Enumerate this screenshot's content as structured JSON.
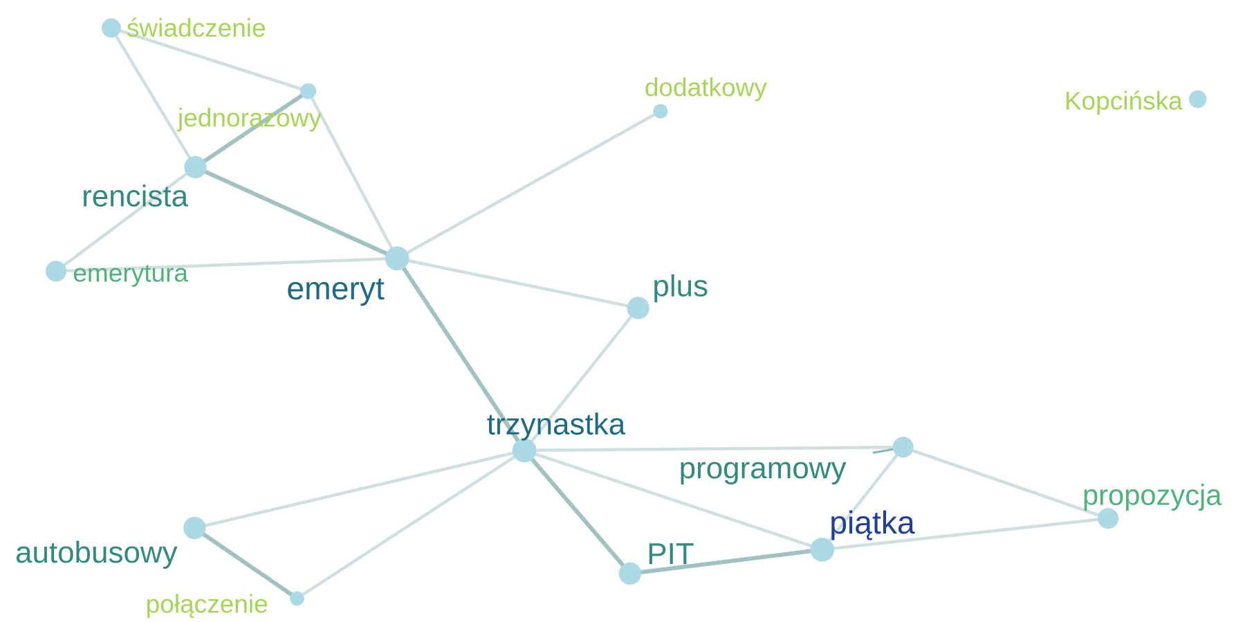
{
  "colors": {
    "node": "#ADD8E6",
    "edge_light": "#CFDFE0",
    "edge_strong": "#A2C1C1",
    "label_lime": "#A8D35A",
    "label_green": "#4FB27A",
    "label_teal": "#34897E",
    "label_darkteal": "#1F6A82",
    "label_navy": "#1F3F99"
  },
  "nodes": [
    {
      "id": "swiadczenie",
      "label": "świadczenie",
      "label_color": "label_lime"
    },
    {
      "id": "jednorazowy",
      "label": "jednorazowy",
      "label_color": "label_lime"
    },
    {
      "id": "dodatkowy",
      "label": "dodatkowy",
      "label_color": "label_lime"
    },
    {
      "id": "kopcinska",
      "label": "Kopcińska",
      "label_color": "label_lime"
    },
    {
      "id": "rencista",
      "label": "rencista",
      "label_color": "label_teal"
    },
    {
      "id": "emerytura",
      "label": "emerytura",
      "label_color": "label_green"
    },
    {
      "id": "emeryt",
      "label": "emeryt",
      "label_color": "label_darkteal"
    },
    {
      "id": "plus",
      "label": "plus",
      "label_color": "label_teal"
    },
    {
      "id": "trzynastka",
      "label": "trzynastka",
      "label_color": "label_darkteal"
    },
    {
      "id": "programowy",
      "label": "programowy",
      "label_color": "label_teal"
    },
    {
      "id": "propozycja",
      "label": "propozycja",
      "label_color": "label_green"
    },
    {
      "id": "piatka",
      "label": "piątka",
      "label_color": "label_navy"
    },
    {
      "id": "pit",
      "label": "PIT",
      "label_color": "label_teal"
    },
    {
      "id": "autobusowy",
      "label": "autobusowy",
      "label_color": "label_teal"
    },
    {
      "id": "polaczenie",
      "label": "połączenie",
      "label_color": "label_lime"
    }
  ],
  "edges": [
    {
      "source": "swiadczenie",
      "target": "jednorazowy",
      "strength": "light"
    },
    {
      "source": "swiadczenie",
      "target": "rencista",
      "strength": "light"
    },
    {
      "source": "jednorazowy",
      "target": "rencista",
      "strength": "strong"
    },
    {
      "source": "jednorazowy",
      "target": "emeryt",
      "strength": "light"
    },
    {
      "source": "rencista",
      "target": "emeryt",
      "strength": "strong"
    },
    {
      "source": "rencista",
      "target": "emerytura",
      "strength": "light"
    },
    {
      "source": "emerytura",
      "target": "emeryt",
      "strength": "light"
    },
    {
      "source": "emeryt",
      "target": "dodatkowy",
      "strength": "light"
    },
    {
      "source": "emeryt",
      "target": "plus",
      "strength": "light"
    },
    {
      "source": "emeryt",
      "target": "trzynastka",
      "strength": "strong"
    },
    {
      "source": "plus",
      "target": "trzynastka",
      "strength": "light"
    },
    {
      "source": "trzynastka",
      "target": "programowy",
      "strength": "light"
    },
    {
      "source": "trzynastka",
      "target": "piatka",
      "strength": "light"
    },
    {
      "source": "trzynastka",
      "target": "pit",
      "strength": "strong"
    },
    {
      "source": "trzynastka",
      "target": "autobusowy",
      "strength": "light"
    },
    {
      "source": "trzynastka",
      "target": "polaczenie",
      "strength": "light"
    },
    {
      "source": "programowy",
      "target": "piatka",
      "strength": "light"
    },
    {
      "source": "programowy",
      "target": "propozycja",
      "strength": "light"
    },
    {
      "source": "piatka",
      "target": "propozycja",
      "strength": "light"
    },
    {
      "source": "pit",
      "target": "piatka",
      "strength": "strong"
    },
    {
      "source": "autobusowy",
      "target": "polaczenie",
      "strength": "strong"
    }
  ]
}
